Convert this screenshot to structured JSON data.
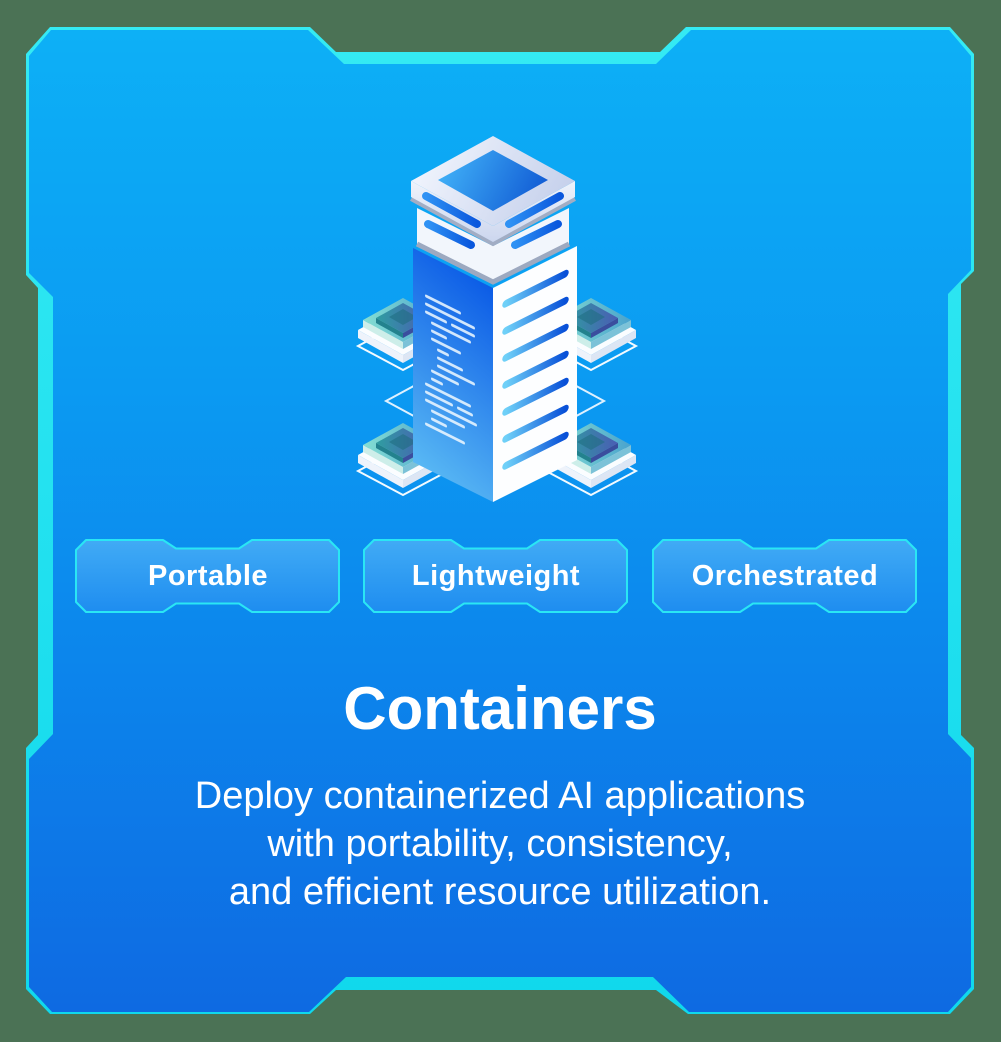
{
  "card": {
    "title": "Containers",
    "description": "Deploy containerized AI applications\nwith portability, consistency,\nand efficient resource utilization.",
    "badges": [
      {
        "label": "Portable"
      },
      {
        "label": "Lightweight"
      },
      {
        "label": "Orchestrated"
      }
    ],
    "illustration": "isometric-server-tower-with-four-chips"
  },
  "colors": {
    "backdrop": "#4b7255",
    "accent_cyan": "#12dfee",
    "panel_blue_top": "#0db0f6",
    "panel_blue_bottom": "#0e6ae2",
    "badge_border": "#2ae6f4",
    "text": "#ffffff"
  }
}
